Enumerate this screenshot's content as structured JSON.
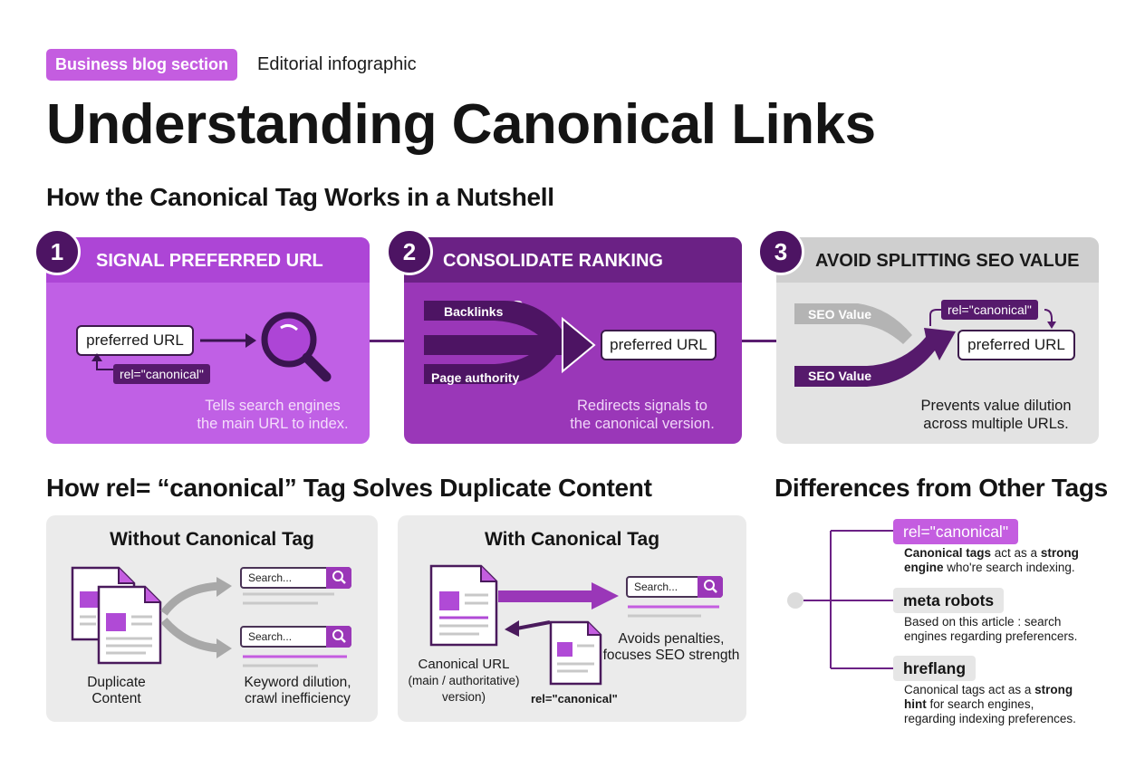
{
  "header": {
    "tag": "Business blog section",
    "tag_sub": "Editorial infographic",
    "title": "Understanding Canonical Links",
    "section1": "How the Canonical Tag Works in a Nutshell",
    "section2": "How rel= “canonical” Tag Solves Duplicate Content",
    "section3": "Differences from Other Tags"
  },
  "colors": {
    "primary": "#9a37b8",
    "dark": "#4d1463",
    "light": "#c45de0",
    "grey": "#d4d4d4"
  },
  "steps": [
    {
      "num": "1",
      "title": "SIGNAL PREFERRED URL",
      "box": "preferred URL",
      "tag": "rel=\"canonical\"",
      "icon": "magnifier-icon",
      "caption_1": "Tells search engines",
      "caption_2": "the main URL to index."
    },
    {
      "num": "2",
      "title": "CONSOLIDATE RANKING SIGNALS",
      "label_top": "Backlinks",
      "label_bottom": "Page authority",
      "box": "preferred URL",
      "caption_1": "Redirects signals to",
      "caption_2": "the canonical version."
    },
    {
      "num": "3",
      "title": "AVOID SPLITTING SEO VALUE",
      "label_top": "SEO Value",
      "label_bottom": "SEO Value",
      "tag": "rel=\"canonical\"",
      "box": "preferred URL",
      "caption_1": "Prevents value dilution",
      "caption_2": "across multiple URLs."
    }
  ],
  "without": {
    "title": "Without Canonical Tag",
    "search_1": "Search...",
    "search_2": "Search...",
    "dup_1": "Duplicate",
    "dup_2": "Content",
    "issue_1": "Keyword dilution,",
    "issue_2": "crawl inefficiency"
  },
  "with": {
    "title": "With Canonical Tag",
    "search": "Search...",
    "benefit_1": "Avoids penalties,",
    "benefit_2": "focuses SEO strength",
    "canon_1": "Canonical URL",
    "canon_2": "(main / authoritative)",
    "canon_3": "version)",
    "tag": "rel=\"canonical\""
  },
  "tags": [
    {
      "name": "rel=\"canonical\"",
      "desc_1a": "Canonical tags",
      "desc_1b": " act as a ",
      "desc_1c": "strong",
      "desc_2a": "engine",
      "desc_2b": " who're search indexing."
    },
    {
      "name": "meta robots",
      "desc_1": "Based on this article : search",
      "desc_2": "engines regarding preferencers."
    },
    {
      "name": "hreflang",
      "desc_1a": "Canonical tags act as a ",
      "desc_1b": "strong",
      "desc_2a": "hint",
      "desc_2b": " for search engines,",
      "desc_3": "regarding indexing preferences."
    }
  ]
}
